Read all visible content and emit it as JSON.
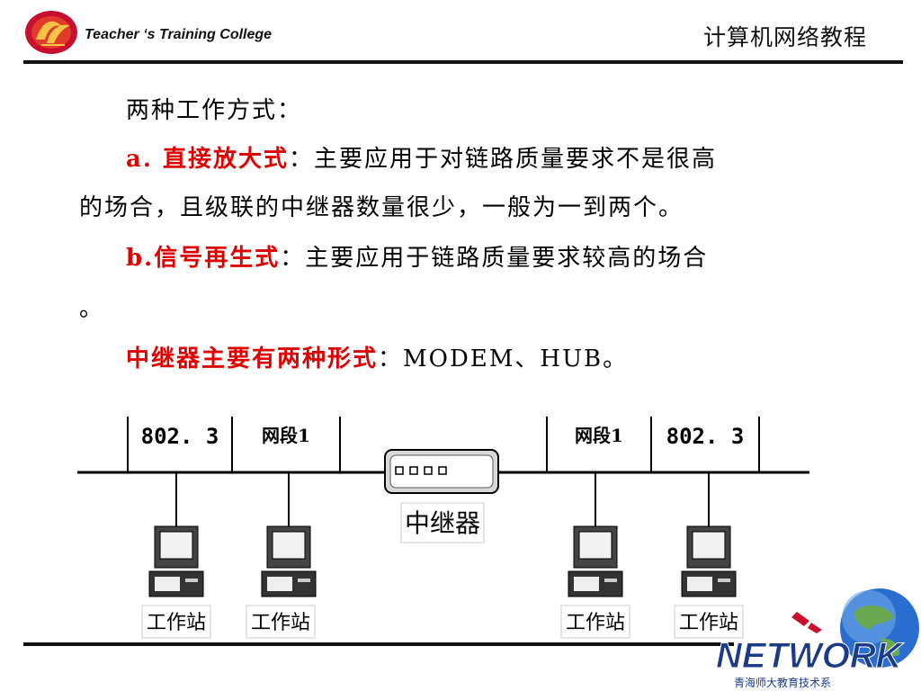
{
  "header": {
    "college": "Teacher ‘s Training  College",
    "course_title": "计算机网络教程"
  },
  "body": {
    "intro": "两种工作方式：",
    "a_label": "a. 直接放大式",
    "a_colon": "：",
    "a_text_line1": "主要应用于对链路质量要求不是很高",
    "a_text_line2": "的场合，且级联的中继器数量很少，一般为一到两个。",
    "b_label": "b.信号再生式",
    "b_colon": "：",
    "b_text_line1": "主要应用于链路质量要求较高的场合",
    "b_text_line2": "。",
    "forms_label": "中继器主要有两种形式",
    "forms_text": "：MODEM、HUB。"
  },
  "diagram": {
    "seg_left_standard": "802. 3",
    "seg_left_name": "网段1",
    "seg_right_name": "网段1",
    "seg_right_standard": "802. 3",
    "repeater_label": "中继器",
    "workstations": [
      "工作站",
      "工作站",
      "工作站",
      "工作站"
    ]
  },
  "footer": {
    "logo_word": "NETWORK",
    "logo_caption": "青海师大教育技术系"
  },
  "colors": {
    "accent_red": "#e00000",
    "logo_red": "#c8102e",
    "logo_blue": "#1a3a8a",
    "globe_blue": "#2a6fd0",
    "globe_green": "#6aa84f"
  },
  "icons": {
    "college_logo": "college-emblem-icon",
    "repeater": "repeater-device-icon",
    "workstation": "computer-icon",
    "globe": "globe-icon"
  }
}
